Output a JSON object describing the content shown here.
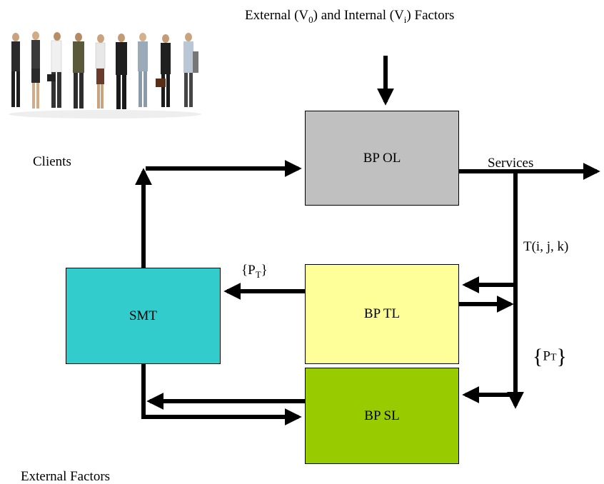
{
  "header": {
    "text_pre": "External (V",
    "sub0": "0",
    "text_mid": ") and Internal (V",
    "subi": "i",
    "text_post": ") Factors"
  },
  "labels": {
    "clients": "Clients",
    "services": "Services",
    "transition": "T(i, j, k)",
    "external_factors": "External Factors",
    "pt_small_open": "{P",
    "pt_small_sub": "T",
    "pt_small_close": "}",
    "pt_big_open": "{",
    "pt_big_mid": "P",
    "pt_big_sub": "T",
    "pt_big_close": "}"
  },
  "boxes": {
    "ol": {
      "label": "BP OL",
      "color": "#c0c0c0"
    },
    "tl": {
      "label": "BP TL",
      "color": "#ffff99"
    },
    "sl": {
      "label": "BP SL",
      "color": "#99cc00"
    },
    "smt": {
      "label": "SMT",
      "color": "#33cccc"
    }
  }
}
